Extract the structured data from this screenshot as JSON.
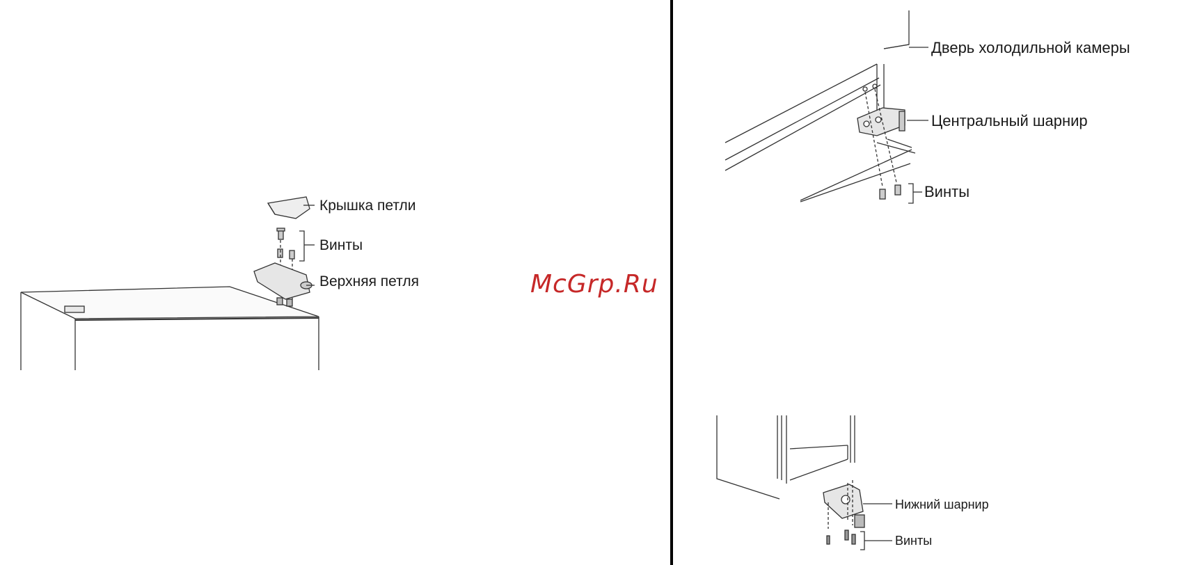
{
  "labels": {
    "hinge_cover": "Крышка петли",
    "screws_top": "Винты",
    "top_hinge": "Верхняя петля",
    "fridge_door": "Дверь холодильной камеры",
    "center_hinge": "Центральный шарнир",
    "screws_center": "Винты",
    "bottom_hinge": "Нижний шарнир",
    "screws_bottom": "Винты"
  },
  "watermark": "McGrp.Ru",
  "colors": {
    "line": "#2a2a2a",
    "watermark": "#c62828",
    "divider": "#000000"
  }
}
